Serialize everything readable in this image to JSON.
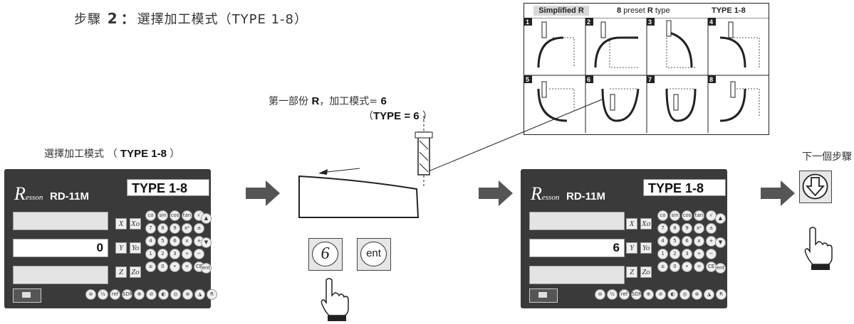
{
  "step_title": {
    "prefix": "步驟",
    "number": "2",
    "colon": "：",
    "text": "選擇加工模式（TYPE 1-8）"
  },
  "left_label": {
    "text": "選擇加工模式 （",
    "type": "TYPE 1-8",
    "close": "）"
  },
  "mid_label": {
    "line1_prefix": "第一部份",
    "line1_R": "R",
    "line1_mid": "，加工模式=",
    "line1_val": "6",
    "line2_open": "（",
    "line2_type": "TYPE  = 6",
    "line2_close": "）"
  },
  "next_step_label": "下一個步驟",
  "r_chart": {
    "header_simplified": "Simplified R",
    "header_preset_num": "8",
    "header_preset_text": "preset",
    "header_preset_R": "R",
    "header_preset_type": "type",
    "header_type": "TYPE 1-8",
    "cells": [
      "1",
      "2",
      "3",
      "4",
      "5",
      "6",
      "7",
      "8"
    ]
  },
  "panel_left": {
    "logo_R": "R",
    "logo_rest": "esson",
    "model": "RD-11M",
    "display": "TYPE 1-8",
    "axis_x": "",
    "axis_y": "0",
    "axis_z": ""
  },
  "panel_right": {
    "logo_R": "R",
    "logo_rest": "esson",
    "model": "RD-11M",
    "display": "TYPE 1-8",
    "axis_x": "",
    "axis_y": "6",
    "axis_z": ""
  },
  "axis_keys": [
    "X",
    "Xo",
    "Y",
    "Yo",
    "Z",
    "Zo"
  ],
  "keypad": [
    [
      "co",
      "sin",
      "cos",
      "tan",
      "√"
    ],
    [
      "7",
      "8",
      "9",
      "x²",
      "±"
    ],
    [
      "4",
      "5",
      "6",
      "x",
      "+"
    ],
    [
      "1",
      "2",
      "3",
      "÷",
      "−"
    ],
    [
      "±",
      "0",
      "•",
      "=",
      "CE"
    ]
  ],
  "side_keys": [
    "▲",
    "▼",
    "ent"
  ],
  "bottom_keys": [
    "⊜",
    "½",
    "ref",
    "SDM",
    "⊕",
    "⊘",
    "◐",
    "◎",
    "⊛",
    "◮",
    "R"
  ],
  "key_press": {
    "key1": "6",
    "key2": "ent"
  },
  "colors": {
    "panel": "#3a3a3a",
    "arrow": "#555555"
  }
}
